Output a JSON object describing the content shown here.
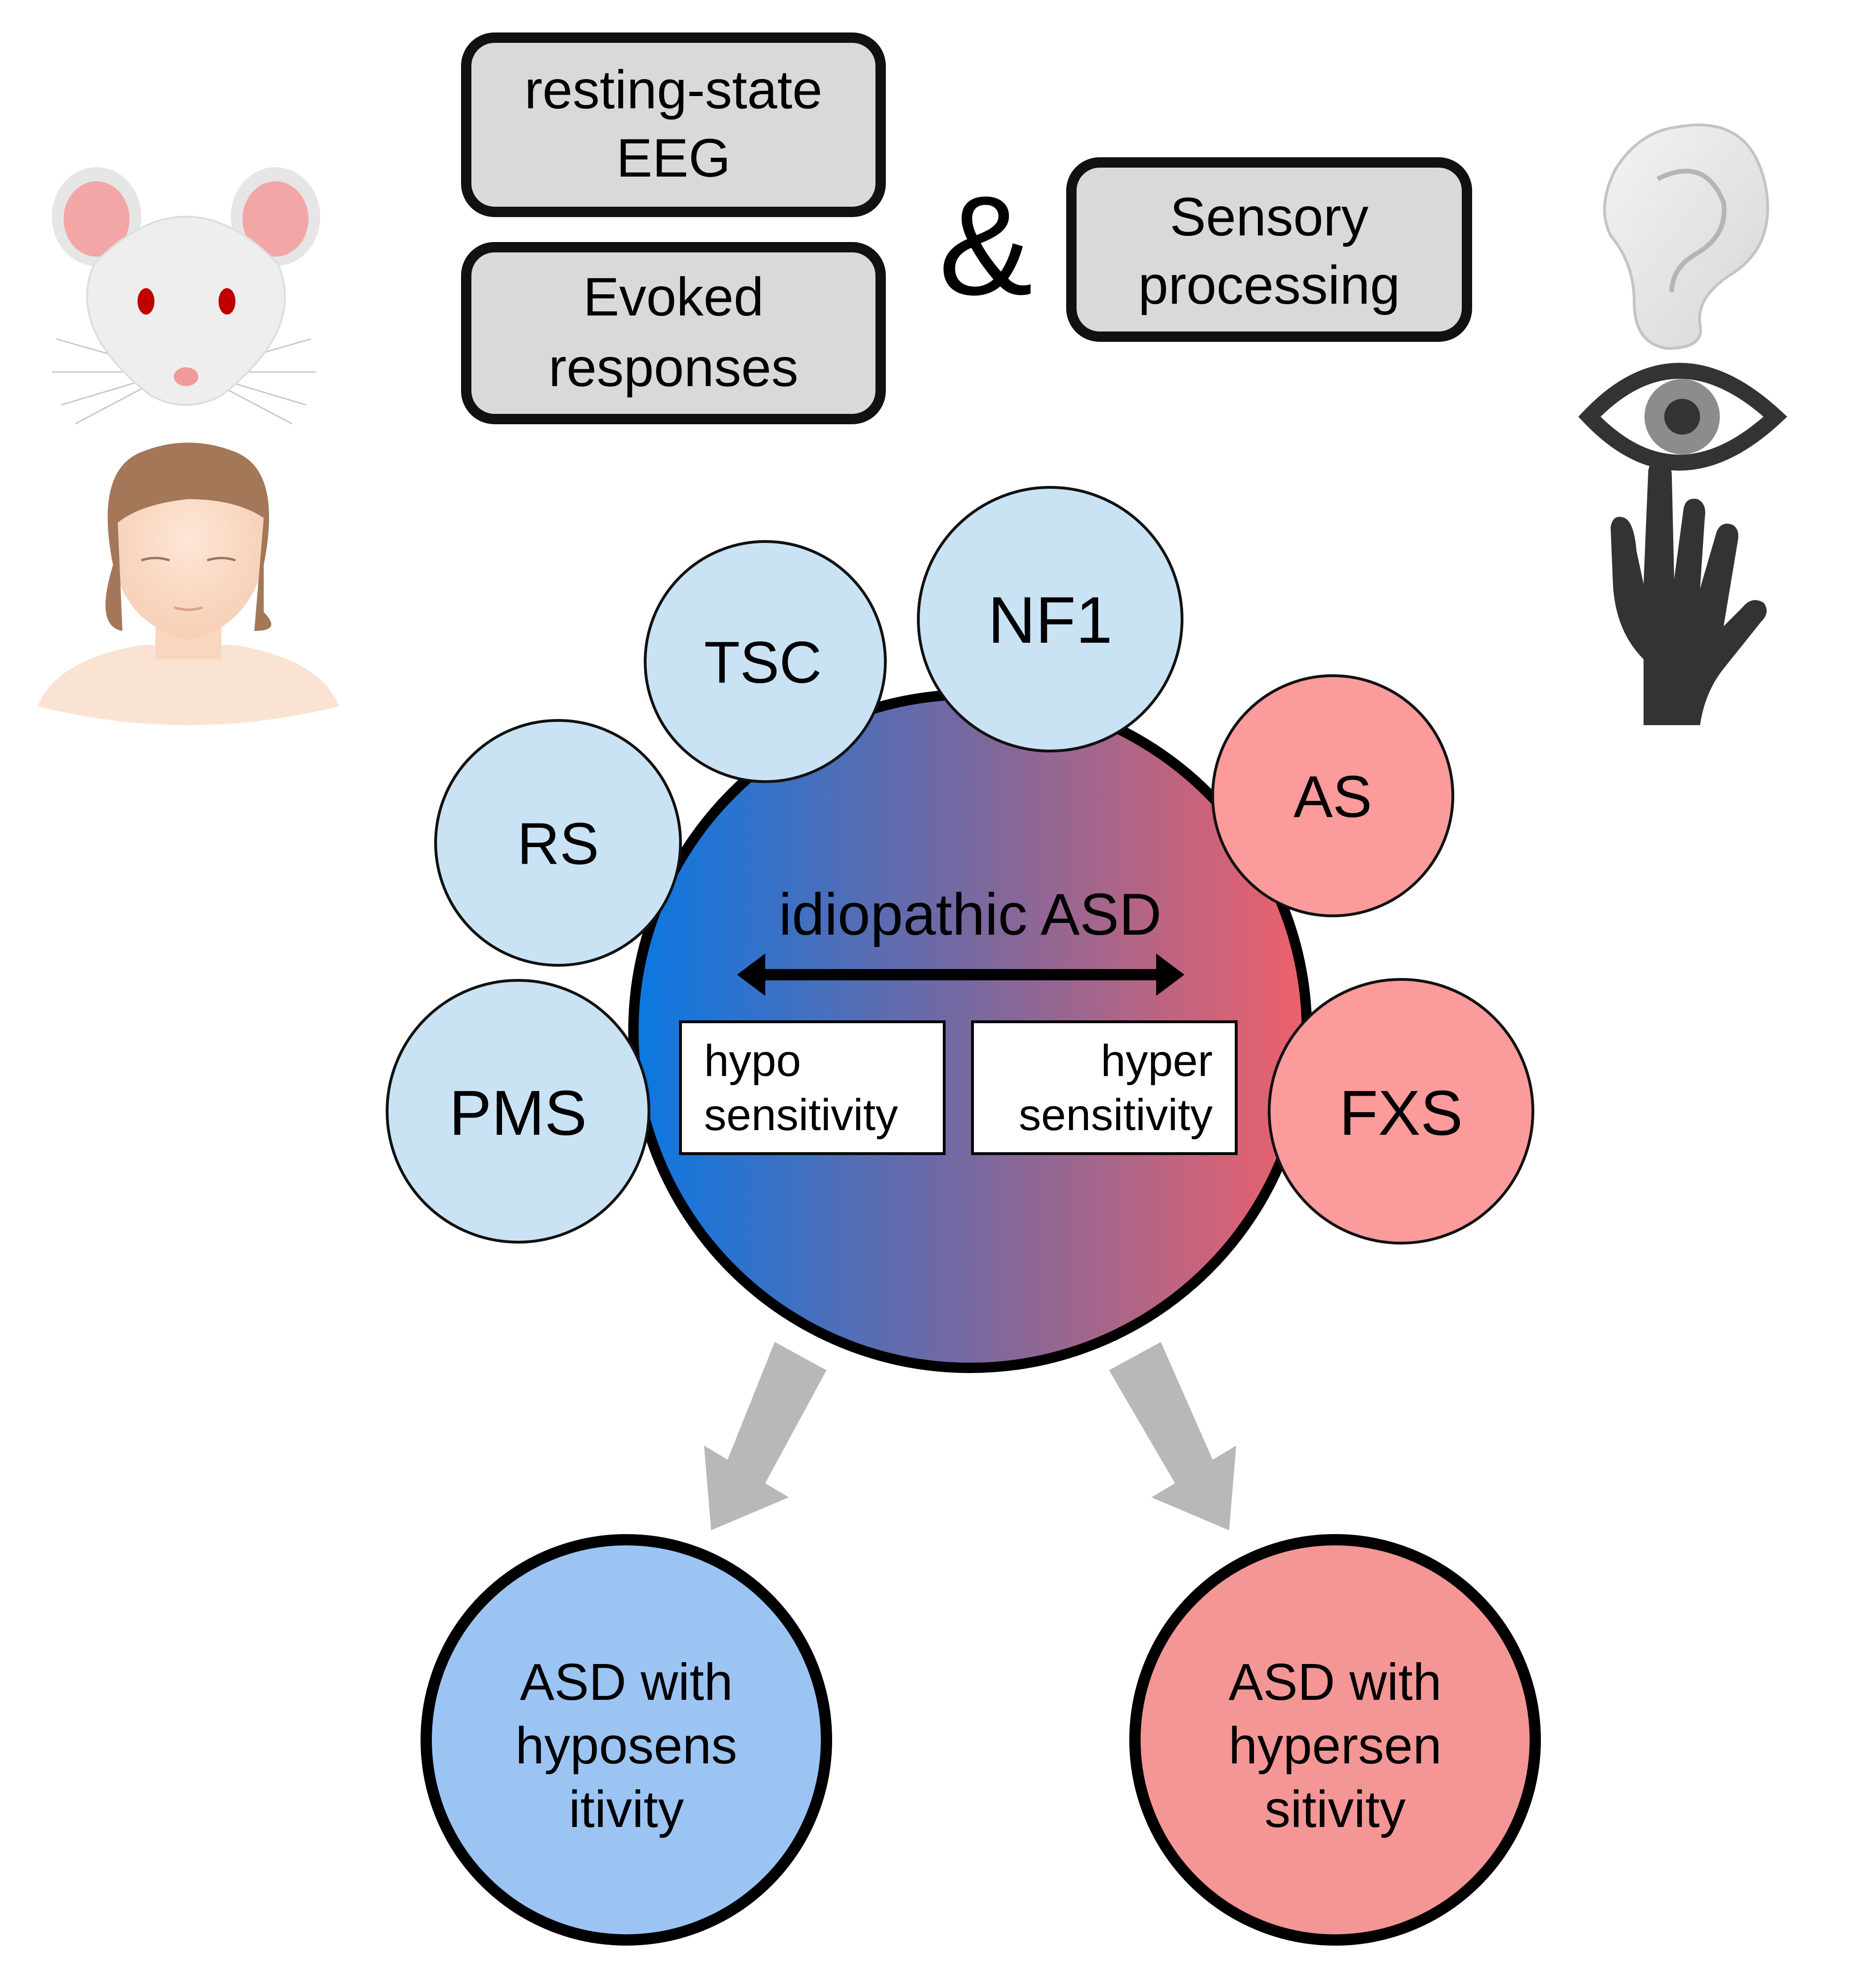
{
  "measures": {
    "eeg_line1": "resting-state",
    "eeg_line2": "EEG",
    "evoked_line1": "Evoked",
    "evoked_line2": "responses",
    "ampersand": "&",
    "sensory_line1": "Sensory",
    "sensory_line2": "processing"
  },
  "syndromes": {
    "nf1": "NF1",
    "tsc": "TSC",
    "rs": "RS",
    "pms": "PMS",
    "as": "AS",
    "fxs": "FXS"
  },
  "center": {
    "title": "idiopathic ASD",
    "hypo_line1": "hypo",
    "hypo_line2": "sensitivity",
    "hyper_line1": "hyper",
    "hyper_line2": "sensitivity"
  },
  "outcomes": {
    "hypo_line1": "ASD with",
    "hypo_line2": "hyposens",
    "hypo_line3": "itivity",
    "hyper_line1": "ASD with",
    "hyper_line2": "hypersen",
    "hyper_line3": "sitivity"
  },
  "icons": {
    "mouse": "mouse-icon",
    "human": "human-icon",
    "ear": "ear-icon",
    "eye": "eye-icon",
    "hand": "hand-icon"
  },
  "colors": {
    "box_fill": "#d9d9d9",
    "light_blue": "#c9e3f5",
    "light_red": "#fb9b9b",
    "gradient_left": "#0a78e2",
    "gradient_mid": "#78689f",
    "gradient_right": "#ee616b",
    "outcome_blue": "#9cc4f3",
    "outcome_red": "#f49696",
    "arrow_gray": "#b8b8b8"
  }
}
